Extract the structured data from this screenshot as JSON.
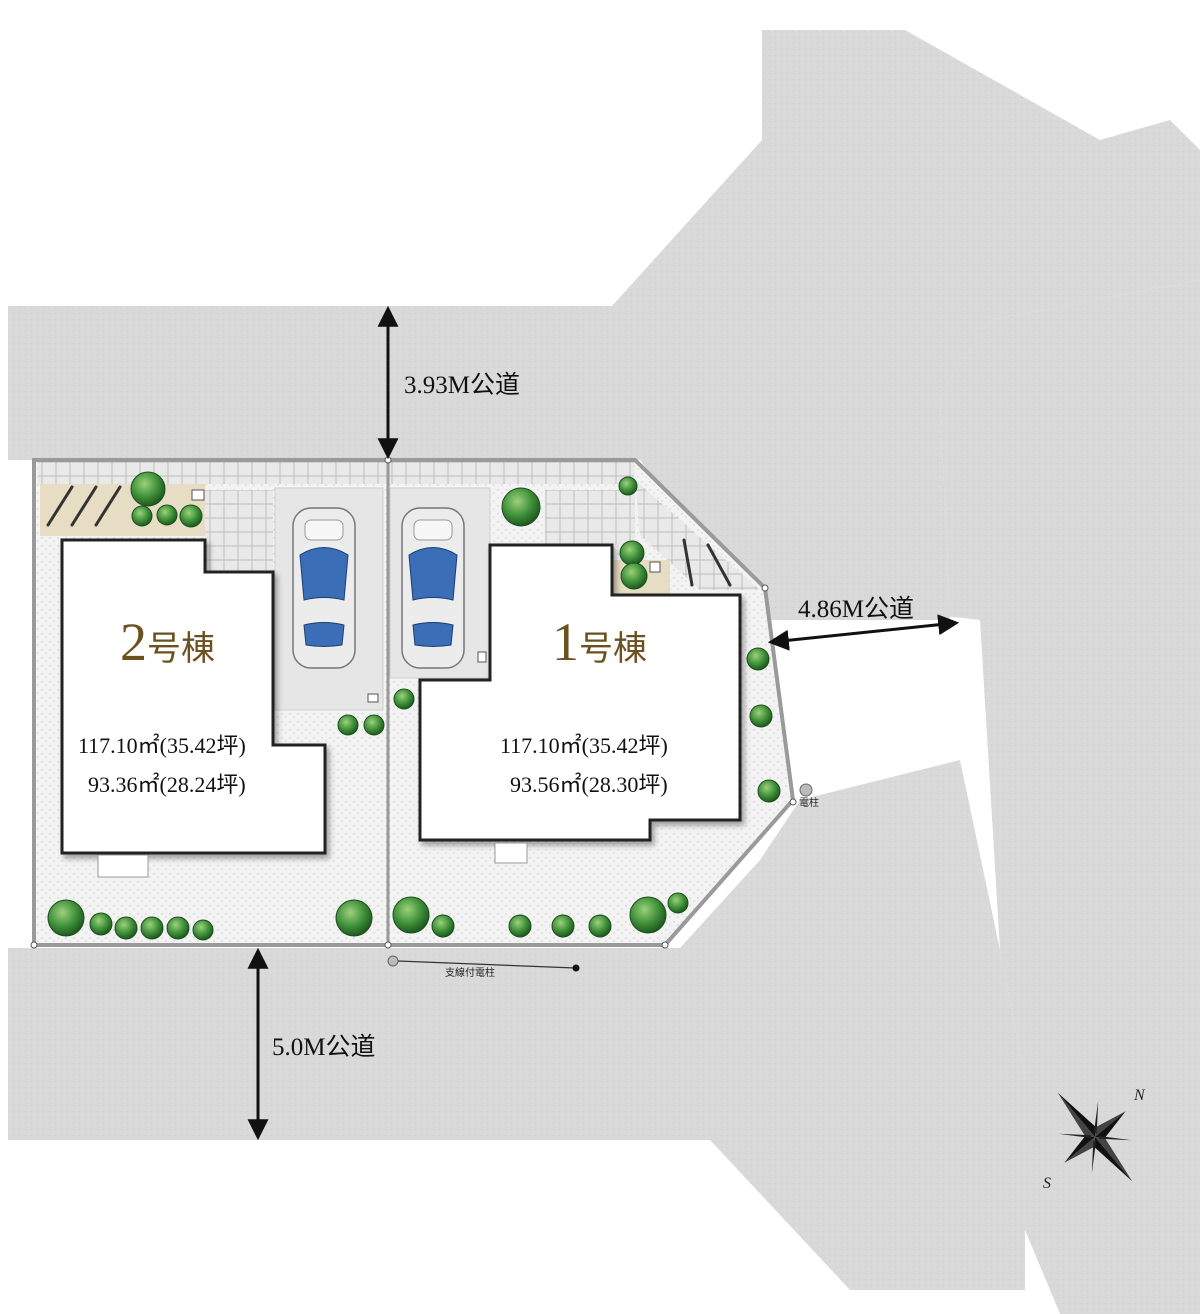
{
  "roads": {
    "north": "3.93M公道",
    "east": "4.86M公道",
    "south": "5.0M公道"
  },
  "buildings": [
    {
      "number": "1",
      "suffix": "号棟",
      "land_area": "117.10㎡(35.42坪)",
      "floor_area": "93.56㎡(28.30坪)"
    },
    {
      "number": "2",
      "suffix": "号棟",
      "land_area": "117.10㎡(35.42坪)",
      "floor_area": "93.36㎡(28.24坪)"
    }
  ],
  "labels": {
    "utility_pole": "電柱",
    "guyed_pole": "支線付電柱"
  },
  "compass": {
    "north_letter": "N",
    "south_letter": "S"
  },
  "colors": {
    "road": "#d9d9d9",
    "lot_gravel": "#f1f1f1",
    "building": "#ffffff",
    "building_text": "#6b5120",
    "tree": "#3f8f3a",
    "car_glass": "#3a6fb7"
  }
}
